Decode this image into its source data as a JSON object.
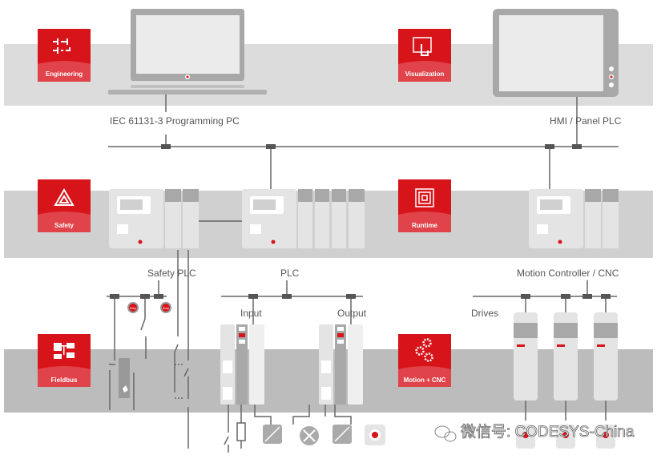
{
  "colors": {
    "accent": "#d7141a",
    "band_top": "#dcdcdc",
    "band_mid": "#d0d0d0",
    "band_bottom": "#bcbcbc",
    "line": "#666666"
  },
  "categories": {
    "engineering": "Engineering",
    "visualization": "Visualization",
    "safety": "Safety",
    "runtime": "Runtime",
    "fieldbus": "Fieldbus",
    "motion": "Motion + CNC"
  },
  "labels": {
    "programming_pc": "IEC 61131-3 Programming PC",
    "hmi": "HMI / Panel PLC",
    "safety_plc": "Safety PLC",
    "plc": "PLC",
    "motion_controller": "Motion Controller / CNC",
    "input": "Input",
    "output": "Output",
    "drives": "Drives"
  },
  "stop_button_label": "Stop",
  "watermark": "微信号: CODESYS-China"
}
